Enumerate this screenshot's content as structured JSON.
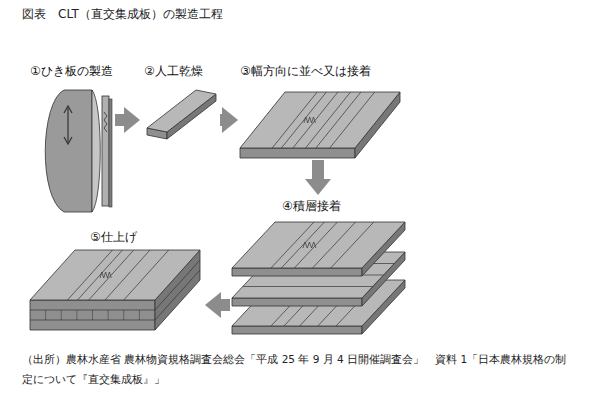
{
  "diagram": {
    "title": "図表　CLT（直交集成板）の製造工程",
    "caption": "（出所）農林水産省 農林物資規格調査会総会「平成 25 年 9 月 4 日開催調査会」　資料 1「日本農林規格の制定について『直交集成板』」",
    "nodes": [
      {
        "text": [
          "①ひき板の製造"
        ]
      },
      {
        "text": [
          "②人工乾燥"
        ]
      },
      {
        "text": [
          "③幅方向に並べ又は接着"
        ]
      },
      {
        "text": [
          "④積層接着"
        ]
      },
      {
        "text": [
          "⑤仕上げ"
        ]
      }
    ],
    "edges": [
      {
        "from": 0,
        "to": 1,
        "arrow": "to"
      },
      {
        "from": 1,
        "to": 2,
        "arrow": "to"
      },
      {
        "from": 2,
        "to": 3,
        "arrow": "to"
      },
      {
        "from": 3,
        "to": 4,
        "arrow": "to"
      }
    ]
  }
}
